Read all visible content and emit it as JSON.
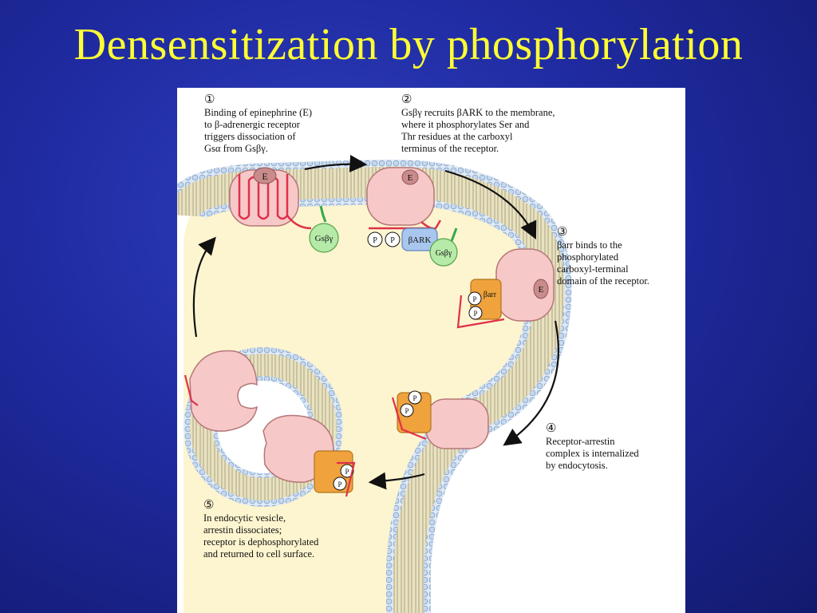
{
  "slide": {
    "title": "Densensitization by phosphorylation"
  },
  "steps": [
    {
      "num": "①",
      "lines": [
        "Binding of epinephrine (E)",
        "to β-adrenergic receptor",
        "triggers dissociation of",
        "Gsα from Gsβγ."
      ]
    },
    {
      "num": "②",
      "lines": [
        "Gsβγ recruits βARK to the membrane,",
        "where it phosphorylates Ser and",
        "Thr residues at the carboxyl",
        "terminus of the receptor."
      ]
    },
    {
      "num": "③",
      "lines": [
        "βarr binds to the",
        "phosphorylated",
        "carboxyl-terminal",
        "domain of the receptor."
      ]
    },
    {
      "num": "④",
      "lines": [
        "Receptor-arrestin",
        "complex is internalized",
        "by endocytosis."
      ]
    },
    {
      "num": "⑤",
      "lines": [
        "In endocytic vesicle,",
        "arrestin dissociates;",
        "receptor is dephosphorylated",
        "and returned to cell surface."
      ]
    }
  ],
  "labels": {
    "ligand": "E",
    "gbg": "Gsβγ",
    "bark": "βARK",
    "phospho": "P",
    "barr": "βarr"
  },
  "colors": {
    "background": "#1f2aa0",
    "title": "#ffff33",
    "cytoplasm": "#fdf5cf",
    "receptor": "#f7c8c8",
    "ligand": "#c98b8b",
    "gbg": "#b6eaa8",
    "bark": "#a9c6ee",
    "arrestin": "#f0a23c",
    "tail": "#e0304a"
  }
}
